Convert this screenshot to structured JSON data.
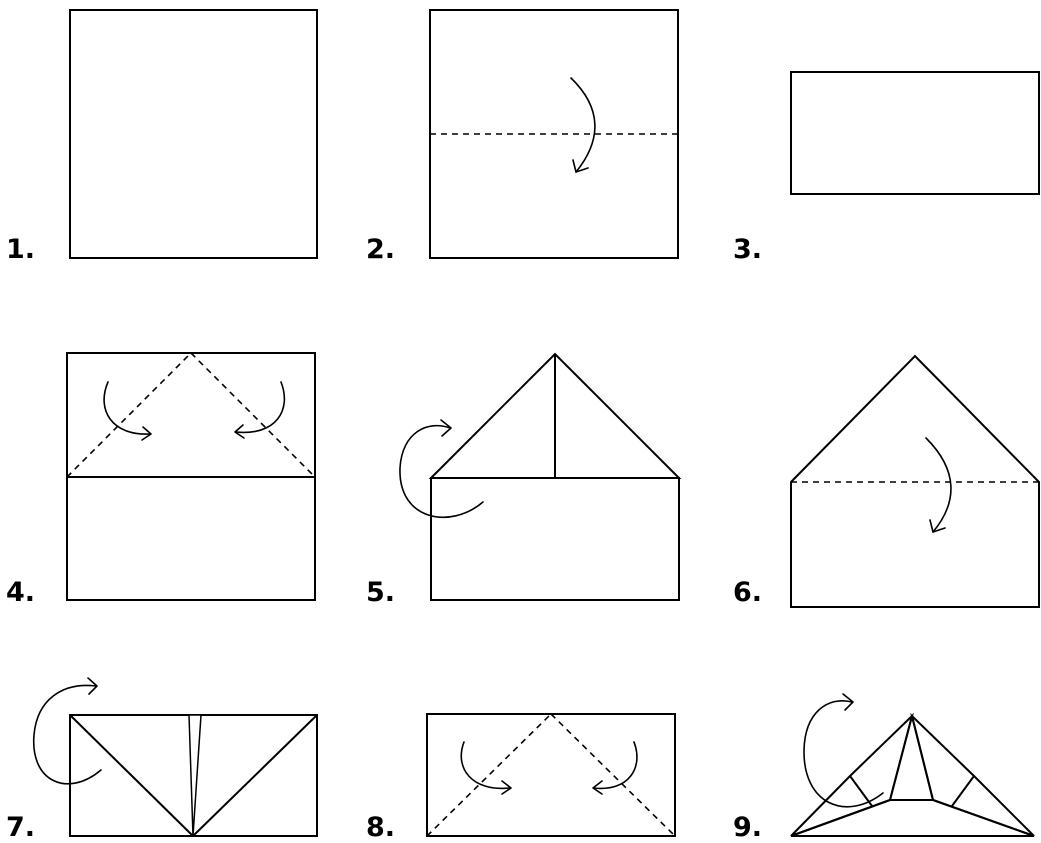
{
  "colors": {
    "paper_colored": "#e9b3a4",
    "paper_white": "#ffffff",
    "line": "#000000"
  },
  "steps": [
    {
      "label": "1."
    },
    {
      "label": "2."
    },
    {
      "label": "3."
    },
    {
      "label": "4."
    },
    {
      "label": "5."
    },
    {
      "label": "6."
    },
    {
      "label": "7."
    },
    {
      "label": "8."
    },
    {
      "label": "9."
    }
  ]
}
